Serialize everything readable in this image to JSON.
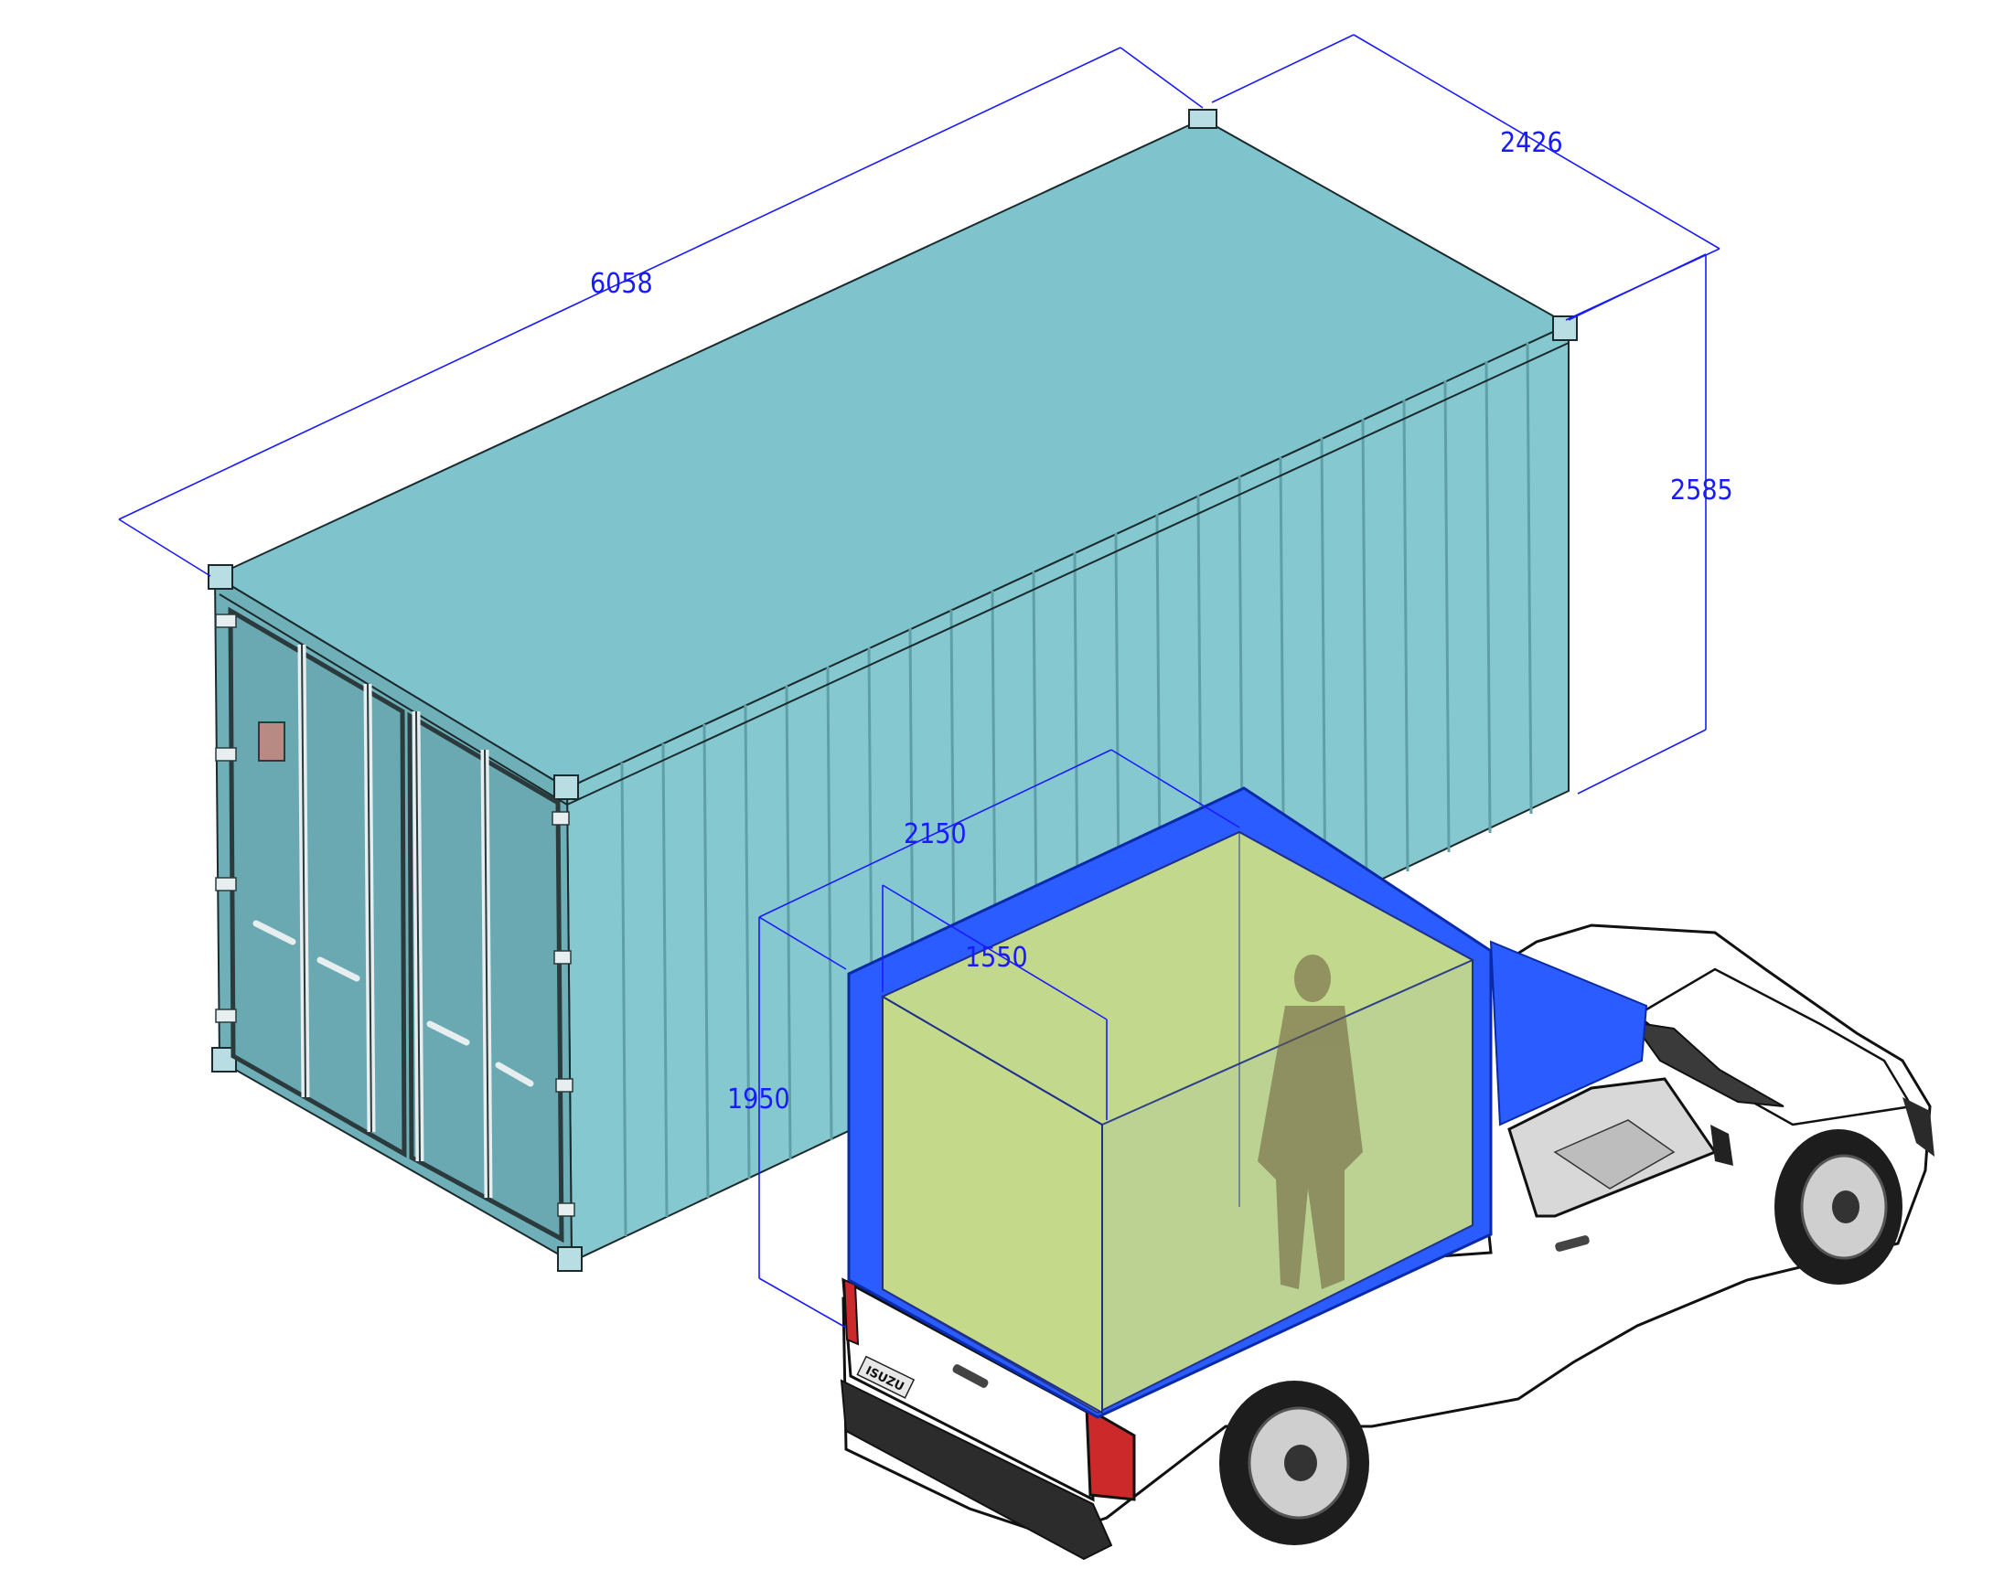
{
  "dimensions": {
    "container_length": "6058",
    "container_width": "2426",
    "container_height": "2585",
    "box_length": "2150",
    "box_width": "1550",
    "box_height": "1950"
  },
  "truck": {
    "badge": "ISUZU"
  },
  "colors": {
    "dimension": "#1a1aff",
    "container": "#7fc4cc",
    "box_fill": "#c8dd8a",
    "box_frame": "#2a5cff",
    "truck_body": "#ffffff",
    "taillight": "#cc2a2a"
  }
}
